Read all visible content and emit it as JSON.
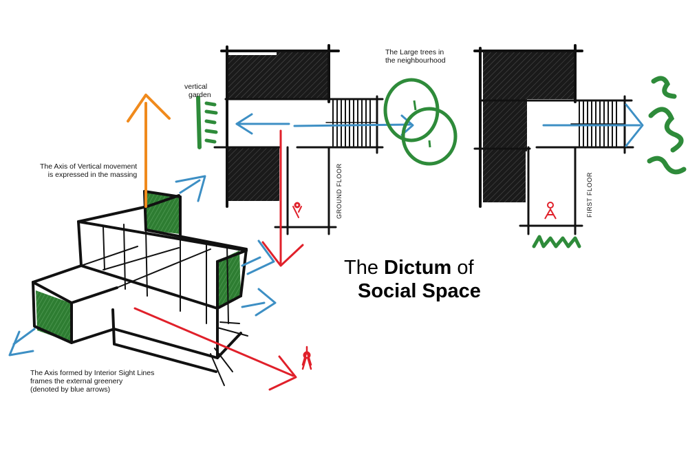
{
  "labels": {
    "vertical_garden": [
      "vertical",
      "garden"
    ],
    "large_trees": [
      "The  Large trees in",
      "the neighbourhood"
    ],
    "axis_vertical": [
      "The Axis of Vertical movement",
      "is expressed in the massing"
    ],
    "axis_interior": [
      "The Axis formed by Interior Sight Lines",
      "frames the external greenery",
      "(denoted by blue arrows)"
    ],
    "ground_floor": "GROUND FLOOR",
    "first_floor": "FIRST FLOOR"
  },
  "title": {
    "prefix": "The ",
    "bold": "Dictum",
    "suffix": " of",
    "line2": "Social Space"
  },
  "colors": {
    "ink": "#111111",
    "blue": "#3d8fc4",
    "red": "#e0202a",
    "green": "#2e8b3a",
    "orange": "#f08a1c"
  }
}
